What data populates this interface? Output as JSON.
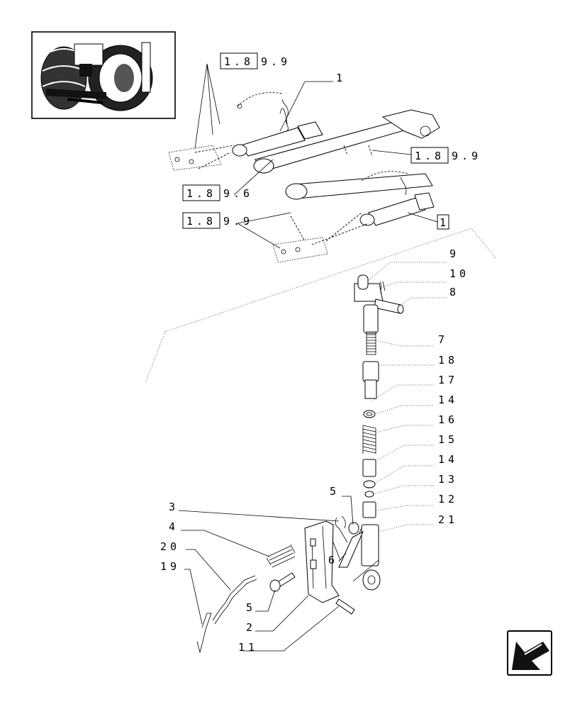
{
  "references": [
    {
      "id": "ref-top",
      "boxed": "1.8",
      "rest": "9.9"
    },
    {
      "id": "ref-right",
      "boxed": "1.8",
      "rest": "9.9"
    },
    {
      "id": "ref-mid",
      "boxed": "1.8",
      "rest": "9.6"
    },
    {
      "id": "ref-low",
      "boxed": "1.8",
      "rest": "9.9"
    }
  ],
  "top_callout": "1",
  "boxed_callout": "1",
  "parts": {
    "p9": "9",
    "p10": "10",
    "p8": "8",
    "p7": "7",
    "p18": "18",
    "p17": "17",
    "p14a": "14",
    "p16": "16",
    "p15": "15",
    "p14b": "14",
    "p13": "13",
    "p12": "12",
    "p21": "21",
    "p5a": "5",
    "p6": "6",
    "p3": "3",
    "p4": "4",
    "p20": "20",
    "p19": "19",
    "p5b": "5",
    "p2": "2",
    "p11": "11"
  },
  "icons": {
    "thumbnail": "tractor-rear-thumbnail-icon",
    "nav": "previous-page-arrow-icon"
  }
}
